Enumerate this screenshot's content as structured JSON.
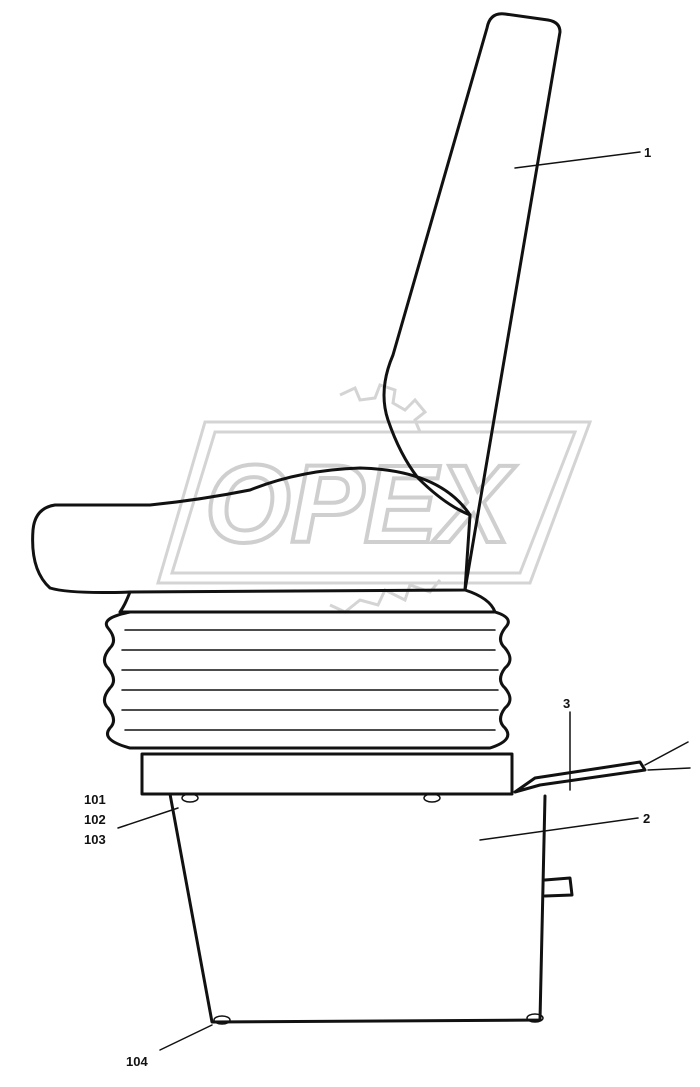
{
  "watermark": {
    "text": "OPEX"
  },
  "callouts": {
    "c1": "1",
    "c2": "2",
    "c3": "3",
    "c101": "101",
    "c102": "102",
    "c103": "103",
    "c104": "104"
  }
}
